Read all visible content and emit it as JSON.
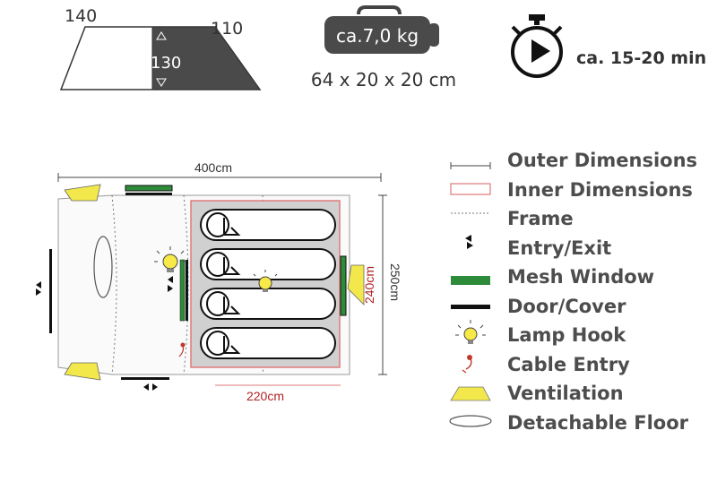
{
  "profile": {
    "height_left": "140",
    "height_right": "110",
    "height_inner": "130"
  },
  "pack": {
    "weight": "ca.7,0 kg",
    "size": "64 x 20 x 20 cm"
  },
  "setup_time": "ca. 15-20 min",
  "floorplan": {
    "outer_length": "400cm",
    "outer_width": "250cm",
    "inner_length": "220cm",
    "inner_width": "240cm"
  },
  "legend": [
    {
      "icon": "outer-dimensions-icon",
      "label": "Outer Dimensions"
    },
    {
      "icon": "inner-dimensions-icon",
      "label": "Inner Dimensions"
    },
    {
      "icon": "frame-icon",
      "label": "Frame"
    },
    {
      "icon": "entry-exit-icon",
      "label": "Entry/Exit"
    },
    {
      "icon": "mesh-window-icon",
      "label": "Mesh Window"
    },
    {
      "icon": "door-cover-icon",
      "label": "Door/Cover"
    },
    {
      "icon": "lamp-hook-icon",
      "label": "Lamp Hook"
    },
    {
      "icon": "cable-entry-icon",
      "label": "Cable Entry"
    },
    {
      "icon": "ventilation-icon",
      "label": "Ventilation"
    },
    {
      "icon": "detachable-floor-icon",
      "label": "Detachable Floor"
    }
  ],
  "colors": {
    "mesh_green": "#2e8b3a",
    "ventilation_yellow": "#f2e84b",
    "inner_red": "#e07a7a",
    "inner_gray": "#d0d0d0",
    "text_gray": "#4d4d4d"
  }
}
